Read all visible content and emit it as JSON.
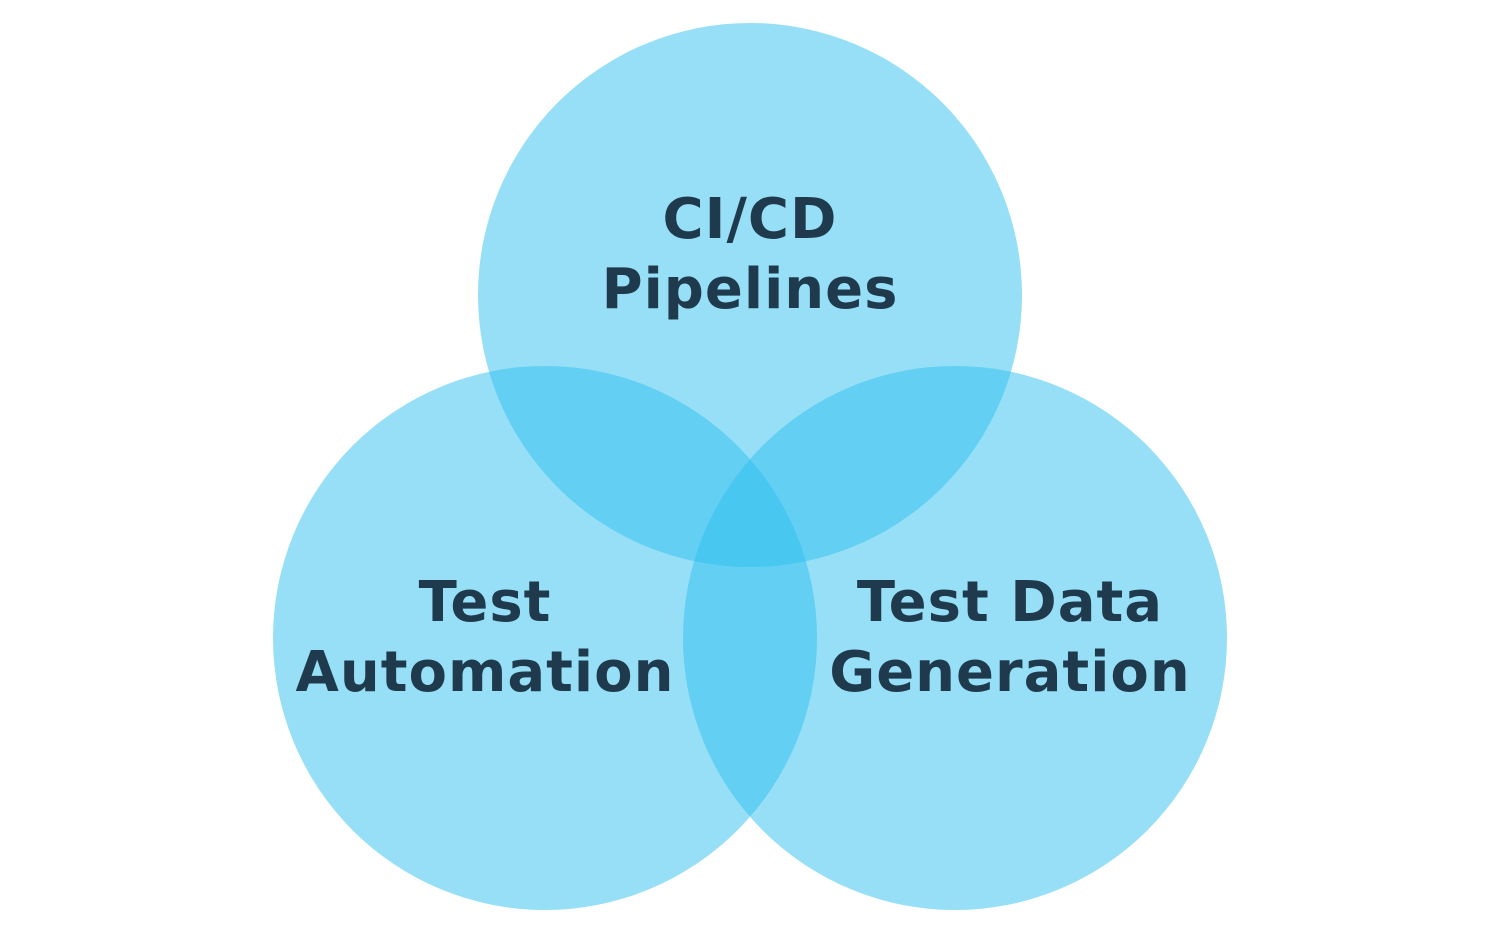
{
  "diagram": {
    "type": "venn",
    "circle_color": "#97dff7",
    "overlap2_color": "#5ccff4",
    "overlap3_color": "#3ec6f1",
    "text_color": "#1f3a4d",
    "sets": [
      {
        "id": "ci-cd",
        "lines": [
          "CI/CD",
          "Pipelines"
        ]
      },
      {
        "id": "test-automation",
        "lines": [
          "Test",
          "Automation"
        ]
      },
      {
        "id": "test-data-generation",
        "lines": [
          "Test Data",
          "Generation"
        ]
      }
    ]
  }
}
